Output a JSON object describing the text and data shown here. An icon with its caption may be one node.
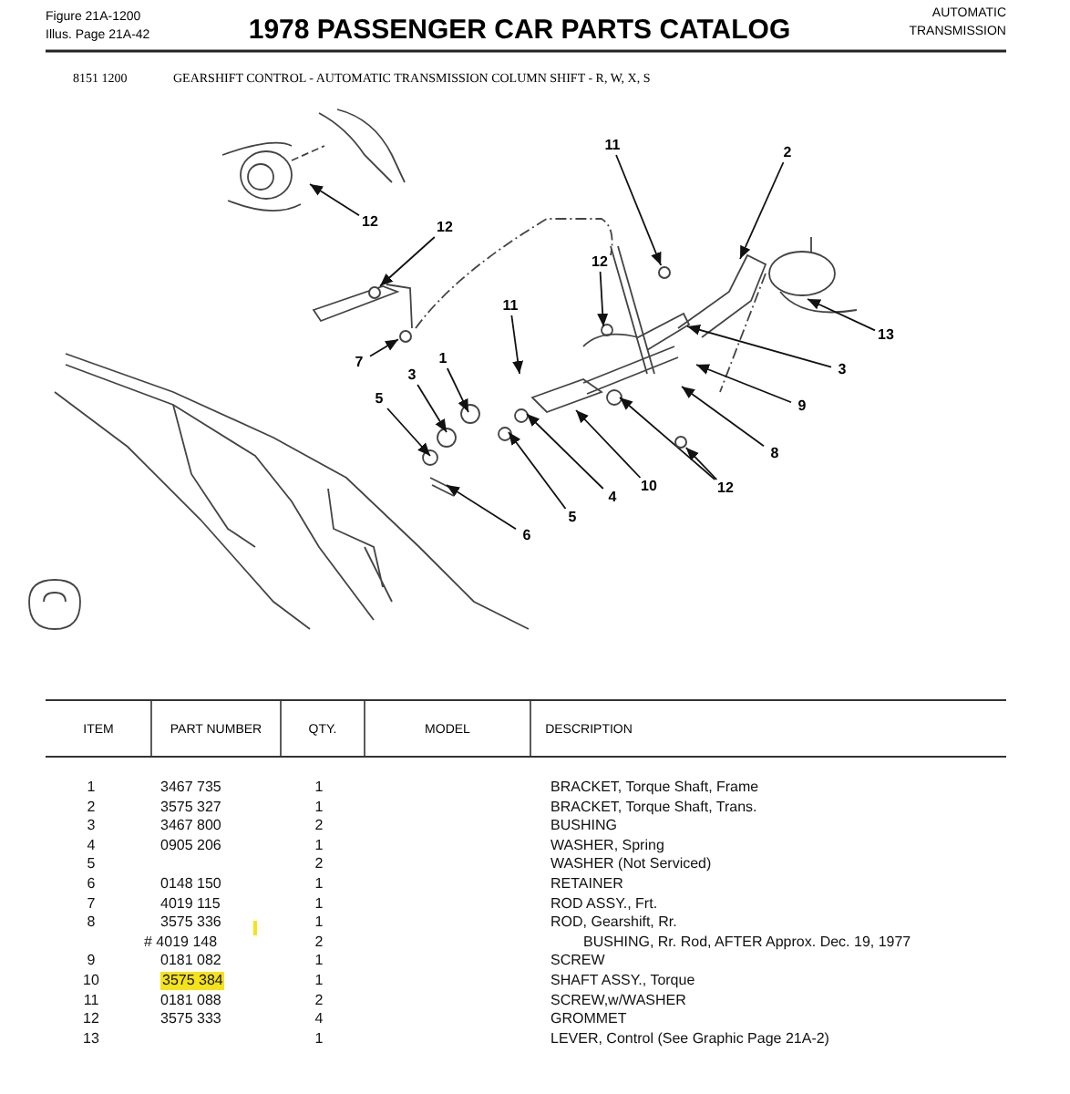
{
  "diagram": {
    "title": "1978 PASSENGER CAR PARTS CATALOG",
    "nodes": [
      {
        "text": [
          "12"
        ]
      },
      {
        "text": [
          "12"
        ]
      },
      {
        "text": [
          "7"
        ]
      },
      {
        "text": [
          "11"
        ]
      },
      {
        "text": [
          "1"
        ]
      },
      {
        "text": [
          "3"
        ]
      },
      {
        "text": [
          "5"
        ]
      },
      {
        "text": [
          "6"
        ]
      },
      {
        "text": [
          "5"
        ]
      },
      {
        "text": [
          "4"
        ]
      },
      {
        "text": [
          "10"
        ]
      },
      {
        "text": [
          "12"
        ]
      },
      {
        "text": [
          "11"
        ]
      },
      {
        "text": [
          "2"
        ]
      },
      {
        "text": [
          "13"
        ]
      },
      {
        "text": [
          "3"
        ]
      },
      {
        "text": [
          "9"
        ]
      },
      {
        "text": [
          "8"
        ]
      },
      {
        "text": [
          "12"
        ]
      },
      {
        "text": [],
        "shape": "circle"
      },
      {
        "text": [],
        "shape": "circle"
      },
      {
        "text": [],
        "shape": "circle"
      },
      {
        "text": [],
        "shape": "circle"
      }
    ],
    "edges": [
      {
        "from": 0,
        "to": null,
        "arrow": "to"
      },
      {
        "from": 1,
        "to": 19,
        "arrow": "to"
      },
      {
        "from": 2,
        "to": 20,
        "arrow": "to"
      },
      {
        "from": 3,
        "to": null,
        "arrow": "to"
      },
      {
        "from": 4,
        "to": null,
        "arrow": "to"
      },
      {
        "from": 5,
        "to": null,
        "arrow": "to"
      },
      {
        "from": 6,
        "to": null,
        "arrow": "to"
      },
      {
        "from": 7,
        "to": null,
        "arrow": "to"
      },
      {
        "from": 8,
        "to": null,
        "arrow": "to"
      },
      {
        "from": 9,
        "to": null,
        "arrow": "to"
      },
      {
        "from": 10,
        "to": null,
        "arrow": "to"
      },
      {
        "from": 11,
        "to": null,
        "arrow": "to"
      },
      {
        "from": 12,
        "to": 21,
        "arrow": "to"
      },
      {
        "from": 13,
        "to": null,
        "arrow": "to"
      },
      {
        "from": 14,
        "to": null,
        "arrow": "to"
      },
      {
        "from": 15,
        "to": null,
        "arrow": "to"
      },
      {
        "from": 16,
        "to": null,
        "arrow": "to"
      },
      {
        "from": 17,
        "to": null,
        "arrow": "to"
      },
      {
        "from": 18,
        "to": null,
        "arrow": "to"
      },
      {
        "from": 18,
        "to": 22,
        "arrow": "to"
      }
    ],
    "labels": [
      "Figure 21A-1200",
      "Illus. Page 21A-42",
      "AUTOMATIC TRANSMISSION",
      "8151 1200",
      "GEARSHIFT CONTROL - AUTOMATIC TRANSMISSION COLUMN SHIFT - R, W, X, S",
      "ITEM",
      "PART NUMBER",
      "QTY.",
      "MODEL",
      "DESCRIPTION",
      "1",
      "3467 735",
      "1",
      "BRACKET, Torque Shaft, Frame",
      "2",
      "3575 327",
      "1",
      "BRACKET, Torque Shaft, Trans.",
      "3",
      "3467 800",
      "2",
      "BUSHING",
      "4",
      "0905 206",
      "1",
      "WASHER, Spring",
      "5",
      "2",
      "WASHER (Not Serviced)",
      "6",
      "0148 150",
      "1",
      "RETAINER",
      "7",
      "4019 115",
      "1",
      "ROD ASSY., Frt.",
      "8",
      "3575 336",
      "1",
      "ROD, Gearshift, Rr.",
      "# 4019 148",
      "2",
      "BUSHING, Rr. Rod, AFTER Approx. Dec. 19, 1977",
      "9",
      "0181 082",
      "1",
      "SCREW",
      "10",
      "3575 384",
      "1",
      "SHAFT ASSY., Torque",
      "11",
      "0181 088",
      "2",
      "SCREW,w/WASHER",
      "12",
      "3575 333",
      "4",
      "GROMMET",
      "13",
      "1",
      "LEVER, Control (See Graphic Page 21A-2)"
    ]
  }
}
